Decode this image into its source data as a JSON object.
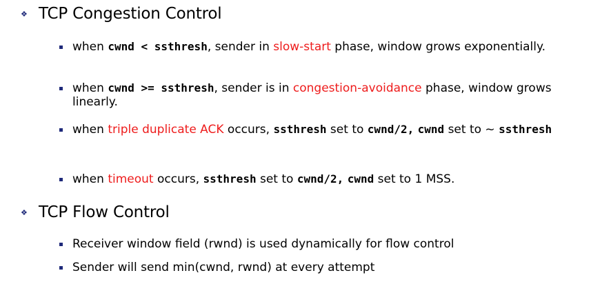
{
  "heading1": "TCP Congestion Control",
  "heading2": "TCP Flow Control",
  "b1": {
    "t1": "when ",
    "c1": "cwnd < ssthresh",
    "t2": ", sender in ",
    "r1": "slow-start",
    "t3": " phase, window grows exponentially."
  },
  "b2": {
    "t1": "when ",
    "c1": "cwnd >= ssthresh",
    "t2": ", sender is in ",
    "r1": "congestion-avoidance",
    "t3": " phase, window grows linearly."
  },
  "b3": {
    "t1": "when ",
    "r1": "triple duplicate ACK",
    "t2": " occurs, ",
    "c1": "ssthresh",
    "t3": " set to ",
    "c2": "cwnd/2,",
    "t4": " ",
    "c3": "cwnd",
    "t5": " set to ~ ",
    "c4": "ssthresh"
  },
  "b4": {
    "t1": "when ",
    "r1": "timeout",
    "t2": " occurs, ",
    "c1": "ssthresh",
    "t3": " set to ",
    "c2": "cwnd/2,",
    "t4": " ",
    "c3": "cwnd",
    "t5": " set to 1 MSS."
  },
  "f1": "Receiver window field (rwnd) is used dynamically for flow control",
  "f2": "Sender will send min(cwnd, rwnd) at every attempt"
}
